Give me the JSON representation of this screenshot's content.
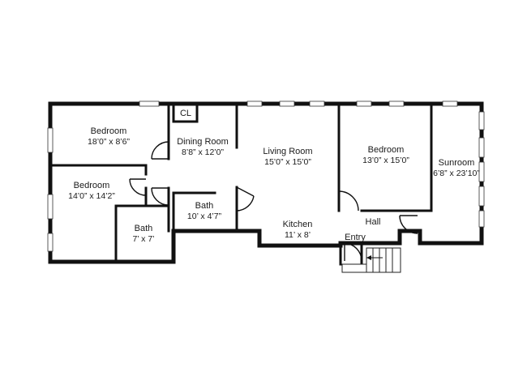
{
  "rooms": {
    "bedroom_1": {
      "name": "Bedroom",
      "dims": "18’0” x 8’6”"
    },
    "closet": {
      "name": "CL"
    },
    "dining": {
      "name": "Dining Room",
      "dims": "8’8” x 12’0”"
    },
    "living": {
      "name": "Living Room",
      "dims": "15’0” x 15’0”"
    },
    "bedroom_2": {
      "name": "Bedroom",
      "dims": "13’0” x 15’0”"
    },
    "sunroom": {
      "name": "Sunroom",
      "dims": "6’8” x 23’10”"
    },
    "bedroom_3": {
      "name": "Bedroom",
      "dims": "14’0” x 14’2”"
    },
    "bath_1": {
      "name": "Bath",
      "dims": "10’ x 4’7”"
    },
    "bath_2": {
      "name": "Bath",
      "dims": "7’ x 7’"
    },
    "kitchen": {
      "name": "Kitchen",
      "dims": "11’ x 8’"
    },
    "hall": {
      "name": "Hall"
    },
    "entry": {
      "name": "Entry"
    }
  }
}
